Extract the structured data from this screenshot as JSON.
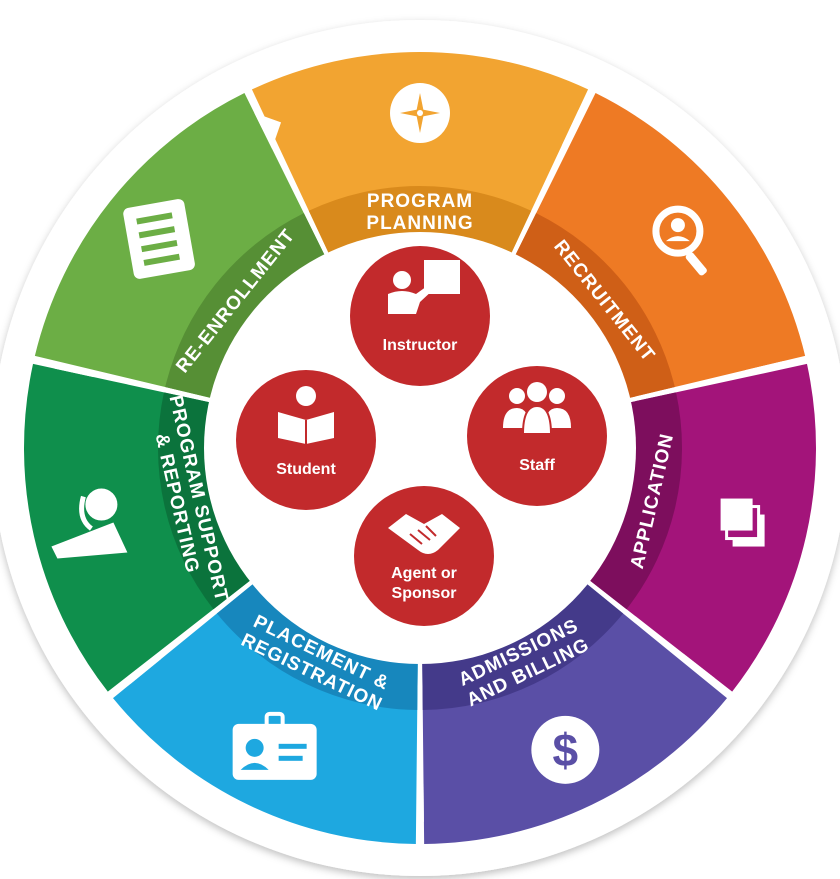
{
  "segments": [
    {
      "id": "program-planning",
      "lines": [
        "PROGRAM",
        "PLANNING"
      ],
      "color": "#f2a431",
      "band": "#d98a1c",
      "icon": "compass-icon"
    },
    {
      "id": "recruitment",
      "lines": [
        "RECRUITMENT"
      ],
      "color": "#ee7a24",
      "band": "#cf5f17",
      "icon": "magnifier-person-icon"
    },
    {
      "id": "application",
      "lines": [
        "APPLICATION"
      ],
      "color": "#a3147a",
      "band": "#7d0e5d",
      "icon": "stacked-pages-icon"
    },
    {
      "id": "admissions-billing",
      "lines": [
        "ADMISSIONS",
        "AND BILLING"
      ],
      "color": "#5a4fa6",
      "band": "#443a8a",
      "icon": "dollar-icon"
    },
    {
      "id": "placement-registration",
      "lines": [
        "PLACEMENT &",
        "REGISTRATION"
      ],
      "color": "#1ea8e0",
      "band": "#1787bd",
      "icon": "id-badge-icon"
    },
    {
      "id": "program-support-reporting",
      "lines": [
        "PROGRAM SUPPORT",
        "& REPORTING"
      ],
      "color": "#0f8f4c",
      "band": "#0b733c",
      "icon": "support-agent-icon"
    },
    {
      "id": "re-enrollment",
      "lines": [
        "RE-ENROLLMENT"
      ],
      "color": "#6cae45",
      "band": "#568f35",
      "icon": "checklist-icon"
    }
  ],
  "roles": [
    {
      "id": "instructor",
      "lines": [
        "Instructor"
      ],
      "icon": "instructor-icon"
    },
    {
      "id": "student",
      "lines": [
        "Student"
      ],
      "icon": "student-reading-icon"
    },
    {
      "id": "staff",
      "lines": [
        "Staff"
      ],
      "icon": "staff-group-icon"
    },
    {
      "id": "agent-sponsor",
      "lines": [
        "Agent or",
        "Sponsor"
      ],
      "icon": "handshake-icon"
    }
  ],
  "colors": {
    "outer_ring": "#ffffff",
    "role_circle": "#c22a2c",
    "role_ring": "#ffffff",
    "center_bg": "#ffffff"
  }
}
